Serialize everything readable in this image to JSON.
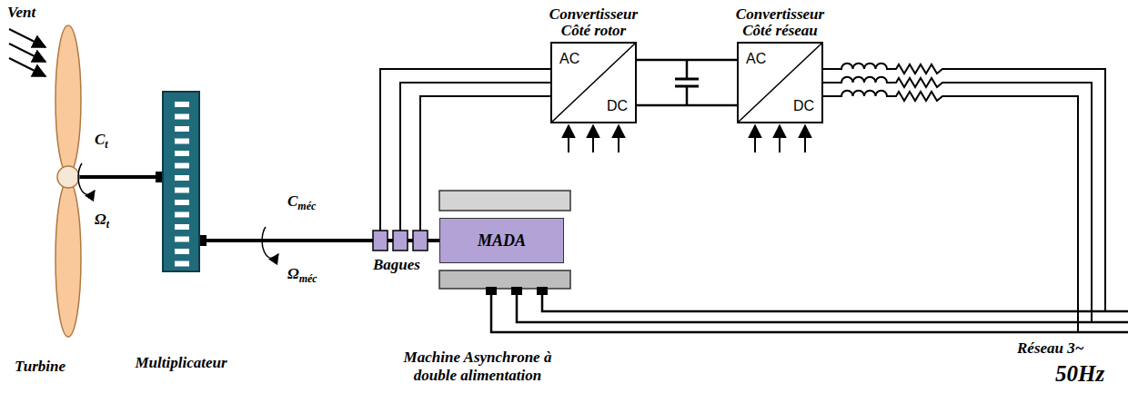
{
  "diagram": {
    "nodes": [
      {
        "text": [
          "Multiplicateur"
        ]
      },
      {
        "text": [
          "MADA"
        ]
      },
      {
        "text": [
          "Convertisseur Côté rotor",
          "AC",
          "DC"
        ]
      },
      {
        "text": [
          "Convertisseur Côté réseau",
          "AC",
          "DC"
        ]
      }
    ],
    "edges": [
      {
        "from": 0,
        "to": 1,
        "arrow": "none"
      },
      {
        "from": 1,
        "to": 2,
        "arrow": "none"
      },
      {
        "from": 2,
        "to": 3,
        "arrow": "none"
      }
    ],
    "labels": [
      "Vent",
      "Ct",
      "Ωt",
      "Turbine",
      "Cméc",
      "Ωméc",
      "Bagues",
      "Machine Asynchrone à double alimentation",
      "Réseau 3~",
      "50Hz"
    ]
  }
}
